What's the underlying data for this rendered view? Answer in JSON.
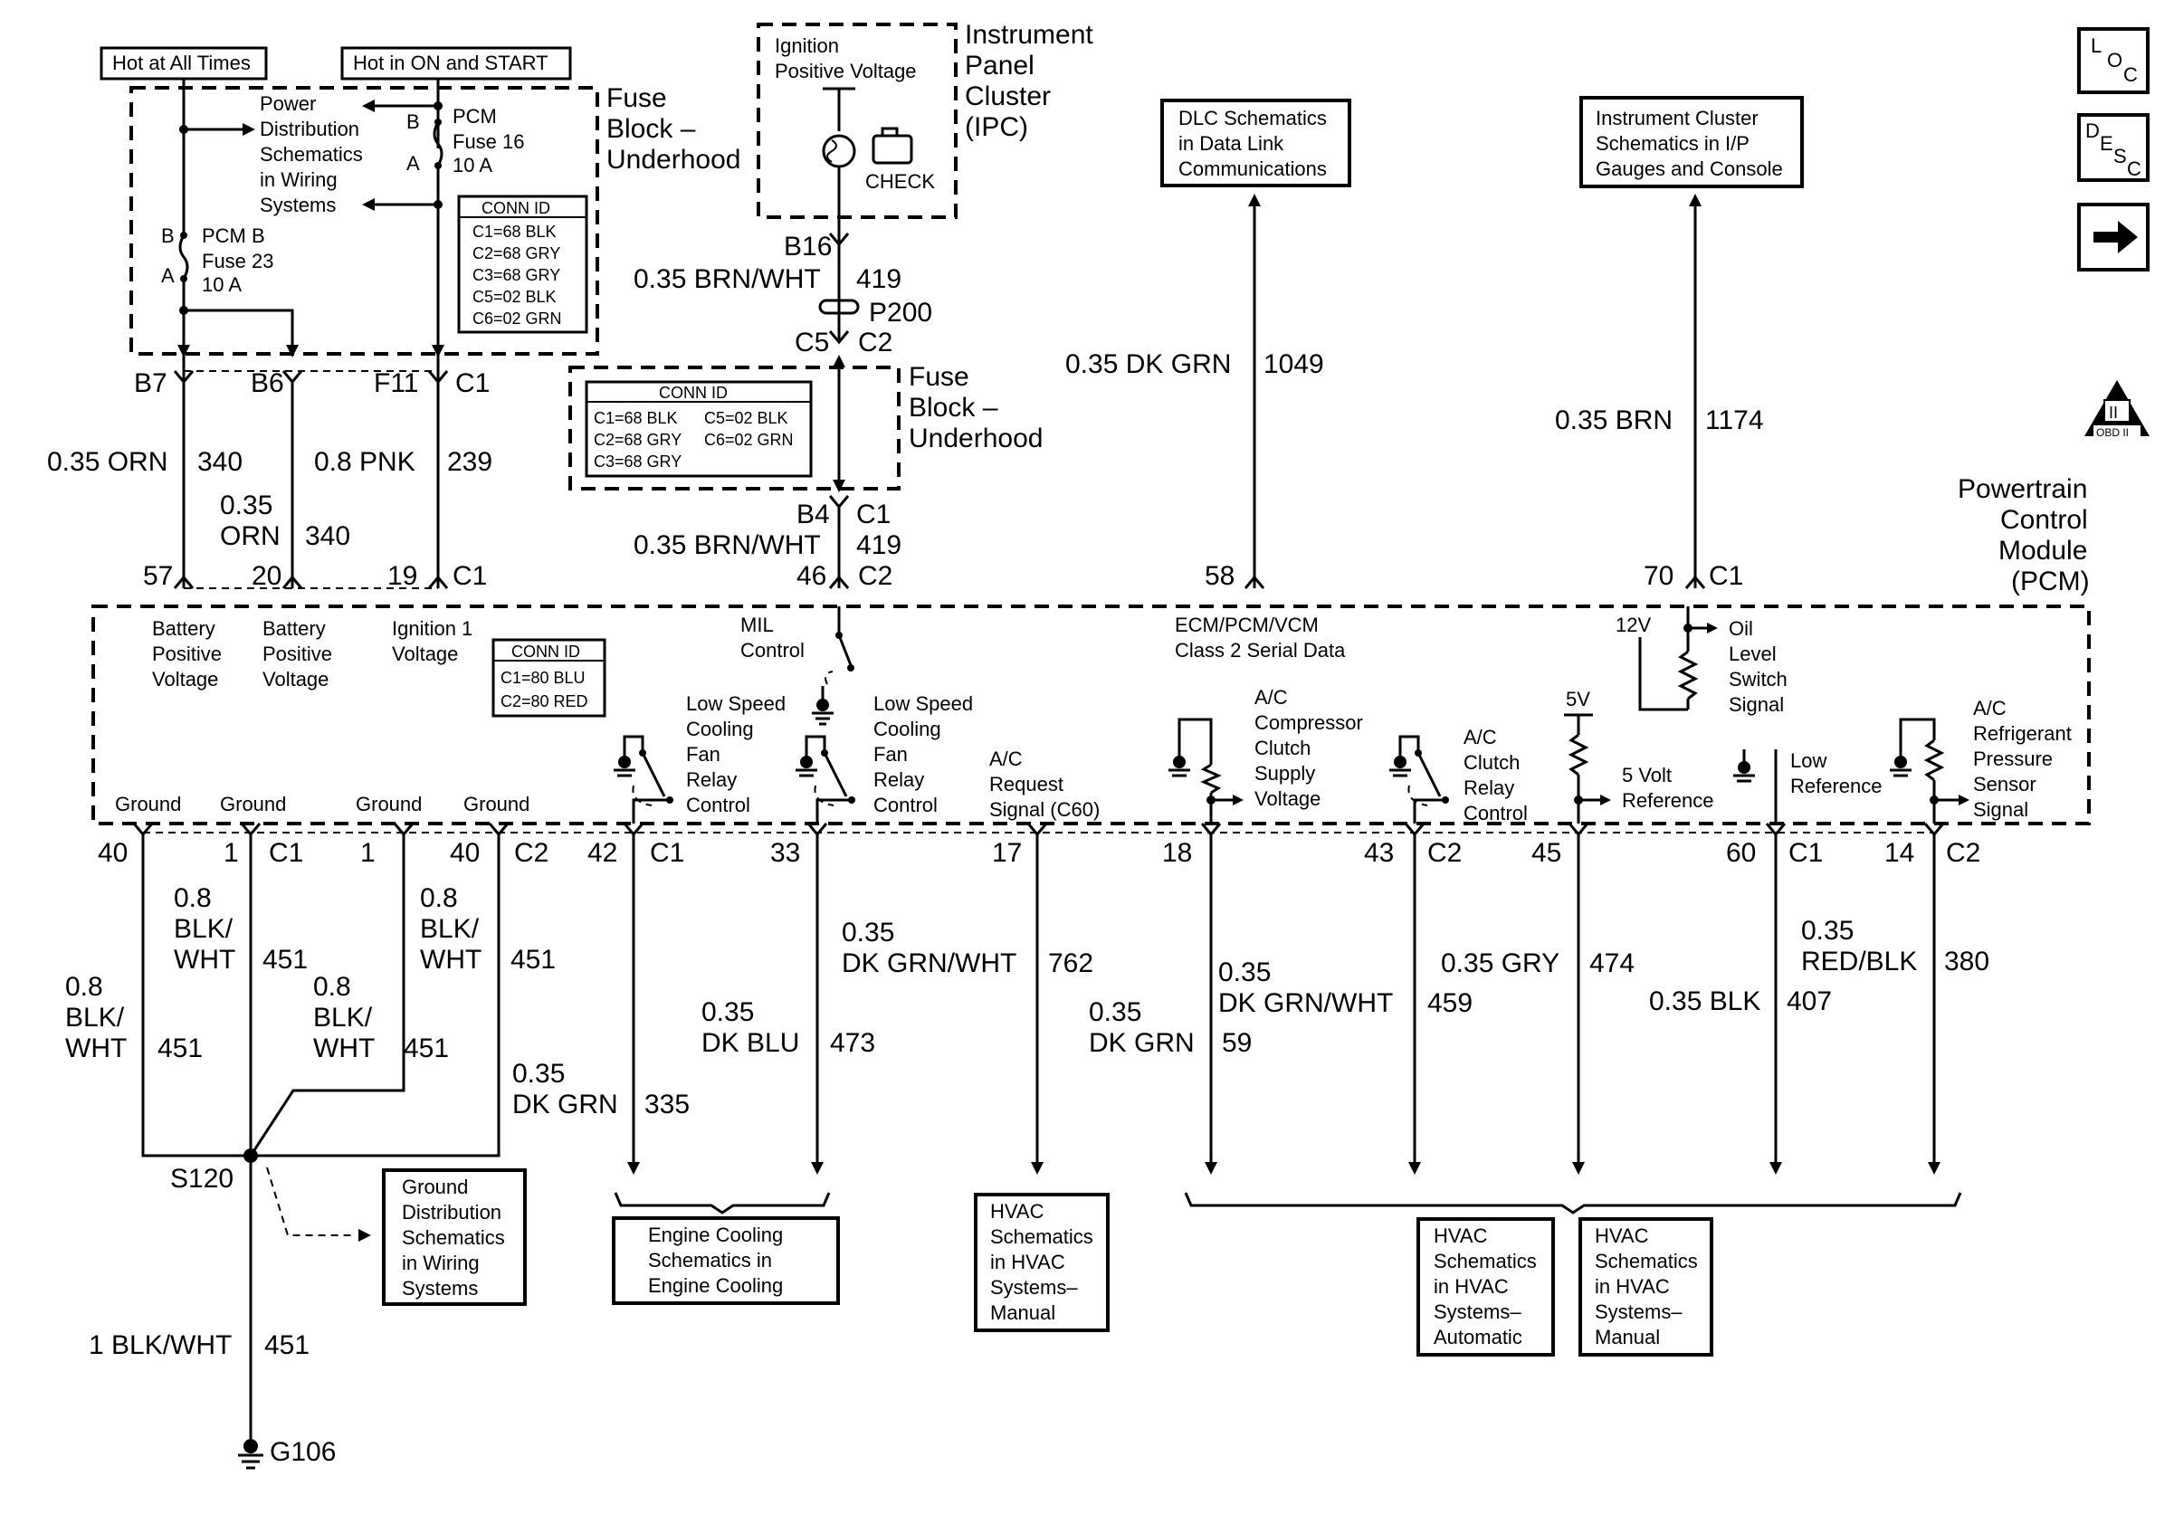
{
  "header": {
    "hot_all_times": "Hot at All Times",
    "hot_on_start": "Hot in ON and START"
  },
  "underhood_fuse_block": {
    "title_1": "Fuse",
    "title_2": "Block –",
    "title_3": "Underhood",
    "power_dist_1": "Power",
    "power_dist_2": "Distribution",
    "power_dist_3": "Schematics",
    "power_dist_4": "in Wiring",
    "power_dist_5": "Systems",
    "pcm_fuse_16_1": "PCM",
    "pcm_fuse_16_2": "Fuse 16",
    "pcm_fuse_16_3": "10 A",
    "pcm_b_fuse_23_1": "PCM B",
    "pcm_b_fuse_23_2": "Fuse 23",
    "pcm_b_fuse_23_3": "10 A",
    "pin_b": "B",
    "pin_a": "A",
    "conn_title": "CONN ID",
    "conn_rows": [
      "C1=68 BLK",
      "C2=68 GRY",
      "C3=68 GRY",
      "C5=02 BLK",
      "C6=02 GRN"
    ]
  },
  "ipc": {
    "title_1": "Instrument",
    "title_2": "Panel",
    "title_3": "Cluster",
    "title_4": "(IPC)",
    "ignition_1": "Ignition",
    "ignition_2": "Positive Voltage",
    "check_label": "CHECK",
    "pin": "B16",
    "wire_color": "0.35 BRN/WHT",
    "circuit": "419",
    "p200": "P200",
    "c5": "C5",
    "c2": "C2"
  },
  "fuse_block_2": {
    "title_1": "Fuse",
    "title_2": "Block –",
    "title_3": "Underhood",
    "conn_title": "CONN ID",
    "conn_row_1a": "C1=68 BLK",
    "conn_row_1b": "C5=02 BLK",
    "conn_row_2a": "C2=68 GRY",
    "conn_row_2b": "C6=02 GRN",
    "conn_row_3a": "C3=68 GRY",
    "pin_b4": "B4",
    "c1": "C1",
    "wire_color": "0.35 BRN/WHT",
    "circuit": "419",
    "pin_46": "46",
    "c2": "C2"
  },
  "fuse_wires": {
    "b7": "B7",
    "b6": "B6",
    "f11": "F11",
    "c1": "C1",
    "orn_340_a": "0.35 ORN",
    "circ_340_a": "340",
    "orn_340_b_1": "0.35",
    "orn_340_b_2": "ORN",
    "circ_340_b": "340",
    "pnk": "0.8 PNK",
    "circ_239": "239",
    "p57": "57",
    "p20": "20",
    "p19": "19",
    "c1b": "C1"
  },
  "dlc": {
    "box_1": "DLC Schematics",
    "box_2": "in Data Link",
    "box_3": "Communications",
    "wire": "0.35 DK GRN",
    "circuit": "1049",
    "pin": "58"
  },
  "cluster_ref": {
    "box_1": "Instrument Cluster",
    "box_2": "Schematics in I/P",
    "box_3": "Gauges and Console",
    "wire": "0.35 BRN",
    "circuit": "1174",
    "pin": "70",
    "c1": "C1"
  },
  "pcm": {
    "title_1": "Powertrain",
    "title_2": "Control",
    "title_3": "Module",
    "title_4": "(PCM)",
    "batt_1a": "Battery",
    "batt_1b": "Positive",
    "batt_1c": "Voltage",
    "batt_2a": "Battery",
    "batt_2b": "Positive",
    "batt_2c": "Voltage",
    "ign_a": "Ignition 1",
    "ign_b": "Voltage",
    "conn_title": "CONN ID",
    "conn_rows": [
      "C1=80 BLU",
      "C2=80 RED"
    ],
    "mil_1": "MIL",
    "mil_2": "Control",
    "class2_1": "ECM/PCM/VCM",
    "class2_2": "Class 2 Serial Data",
    "v12": "12V",
    "oil_1": "Oil",
    "oil_2": "Level",
    "oil_3": "Switch",
    "oil_4": "Signal",
    "fan1_1": "Low Speed",
    "fan1_2": "Cooling",
    "fan1_3": "Fan",
    "fan1_4": "Relay",
    "fan1_5": "Control",
    "fan2_1": "Low Speed",
    "fan2_2": "Cooling",
    "fan2_3": "Fan",
    "fan2_4": "Relay",
    "fan2_5": "Control",
    "ac_req_1": "A/C",
    "ac_req_2": "Request",
    "ac_req_3": "Signal (C60)",
    "ac_comp_1": "A/C",
    "ac_comp_2": "Compressor",
    "ac_comp_3": "Clutch",
    "ac_comp_4": "Supply",
    "ac_comp_5": "Voltage",
    "ac_clutch_1": "A/C",
    "ac_clutch_2": "Clutch",
    "ac_clutch_3": "Relay",
    "ac_clutch_4": "Control",
    "v5": "5V",
    "ref5_1": "5 Volt",
    "ref5_2": "Reference",
    "low_ref_1": "Low",
    "low_ref_2": "Reference",
    "acp_1": "A/C",
    "acp_2": "Refrigerant",
    "acp_3": "Pressure",
    "acp_4": "Sensor",
    "acp_5": "Signal",
    "gnd_1": "Ground",
    "gnd_2": "Ground",
    "gnd_3": "Ground",
    "gnd_4": "Ground"
  },
  "bottom_pins": {
    "p40a": "40",
    "p1a": "1",
    "c1a": "C1",
    "p1b": "1",
    "p40b": "40",
    "c2a": "C2",
    "p42": "42",
    "c1b": "C1",
    "p33": "33",
    "p17": "17",
    "p18": "18",
    "p43": "43",
    "c2b": "C2",
    "p45": "45",
    "p60": "60",
    "c1c": "C1",
    "p14": "14",
    "c2c": "C2"
  },
  "bottom_wires": {
    "bw1_1": "0.8",
    "bw1_2": "BLK/",
    "bw1_3": "WHT",
    "bw1_c": "451",
    "bw2_1": "0.8",
    "bw2_2": "BLK/",
    "bw2_3": "WHT",
    "bw2_c": "451",
    "bw3_1": "0.8",
    "bw3_2": "BLK/",
    "bw3_3": "WHT",
    "bw3_c": "451",
    "bw4_1": "0.8",
    "bw4_2": "BLK/",
    "bw4_3": "WHT",
    "bw4_c": "451",
    "dkgrn335_1": "0.35",
    "dkgrn335_2": "DK GRN",
    "c335": "335",
    "dkblu_1": "0.35",
    "dkblu_2": "DK BLU",
    "c473": "473",
    "dkgrnwht762_1": "0.35",
    "dkgrnwht762_2": "DK GRN/WHT",
    "c762": "762",
    "dkgrn59_1": "0.35",
    "dkgrn59_2": "DK GRN",
    "c59": "59",
    "dkgrnwht459_1": "0.35",
    "dkgrnwht459_2": "DK GRN/WHT",
    "c459": "459",
    "gry": "0.35 GRY",
    "c474": "474",
    "blk": "0.35 BLK",
    "c407": "407",
    "redblk_1": "0.35",
    "redblk_2": "RED/BLK",
    "c380": "380",
    "s120": "S120",
    "g_wire": "1 BLK/WHT",
    "g_circ": "451",
    "g106": "G106"
  },
  "refs": {
    "gnd_dist_1": "Ground",
    "gnd_dist_2": "Distribution",
    "gnd_dist_3": "Schematics",
    "gnd_dist_4": "in Wiring",
    "gnd_dist_5": "Systems",
    "eng_1": "Engine Cooling",
    "eng_2": "Schematics in",
    "eng_3": "Engine Cooling",
    "hvac_m1_1": "HVAC",
    "hvac_m1_2": "Schematics",
    "hvac_m1_3": "in HVAC",
    "hvac_m1_4": "Systems–",
    "hvac_m1_5": "Manual",
    "hvac_a_1": "HVAC",
    "hvac_a_2": "Schematics",
    "hvac_a_3": "in HVAC",
    "hvac_a_4": "Systems–",
    "hvac_a_5": "Automatic",
    "hvac_m2_1": "HVAC",
    "hvac_m2_2": "Schematics",
    "hvac_m2_3": "in HVAC",
    "hvac_m2_4": "Systems–",
    "hvac_m2_5": "Manual"
  },
  "nav": {
    "loc_l": "L",
    "loc_o": "O",
    "loc_c": "C",
    "desc_d": "D",
    "desc_e": "E",
    "desc_s": "S",
    "desc_c": "C",
    "obd_1": "II",
    "obd_2": "OBD II"
  }
}
